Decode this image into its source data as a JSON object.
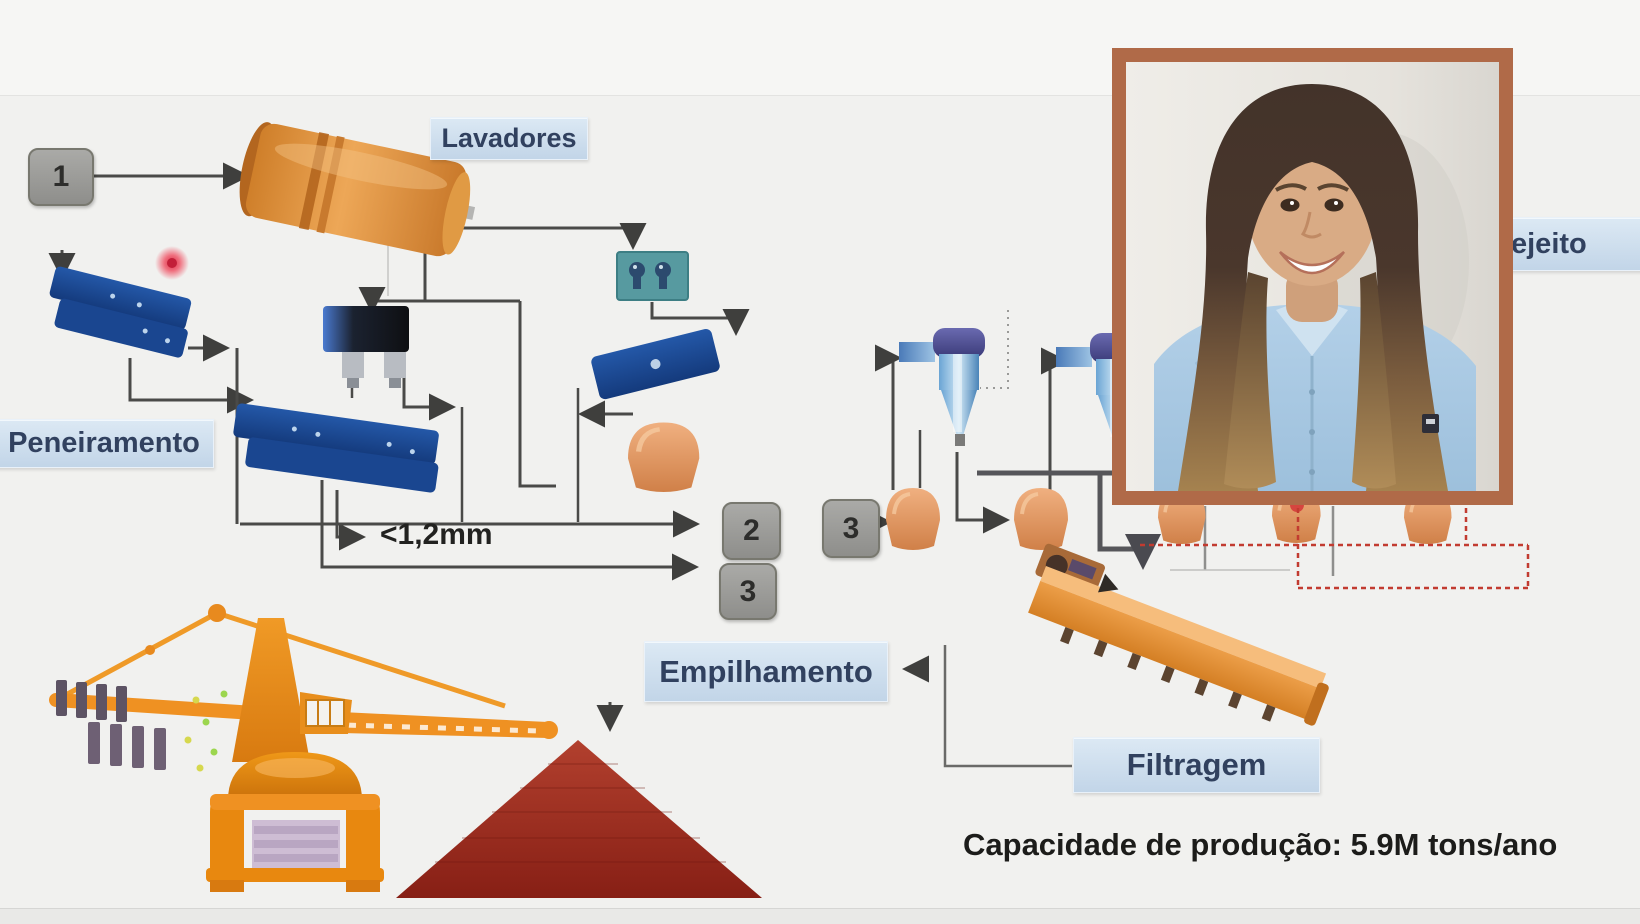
{
  "process_labels": {
    "washing": "Lavadores",
    "screening": "Peneiramento",
    "stacking": "Empilhamento",
    "filtering": "Filtragem",
    "tailings_partial": "ejeito"
  },
  "stream_numbers": {
    "n1": "1",
    "n2": "2",
    "n3a": "3",
    "n3b": "3"
  },
  "annotations": {
    "particle_size": "<1,2mm",
    "capacity": "Capacidade de produção: 5.9M tons/ano"
  },
  "colors": {
    "background": "#f1f1ef",
    "label_bg_top": "#dce9f4",
    "label_bg_bottom": "#c2d5e8",
    "label_text": "#31415f",
    "number_box": "#9a9a97",
    "flow_line": "#4a4a48",
    "red_dashed": "#c23b30",
    "machine_blue": "#1c4f9c",
    "machine_orange": "#ef9122",
    "trommel_orange": "#d88a34",
    "stockpile_red": "#a33125",
    "teal_box": "#579aa0",
    "webcam_border": "#b06a48",
    "laser_dot": "#e0485a"
  }
}
